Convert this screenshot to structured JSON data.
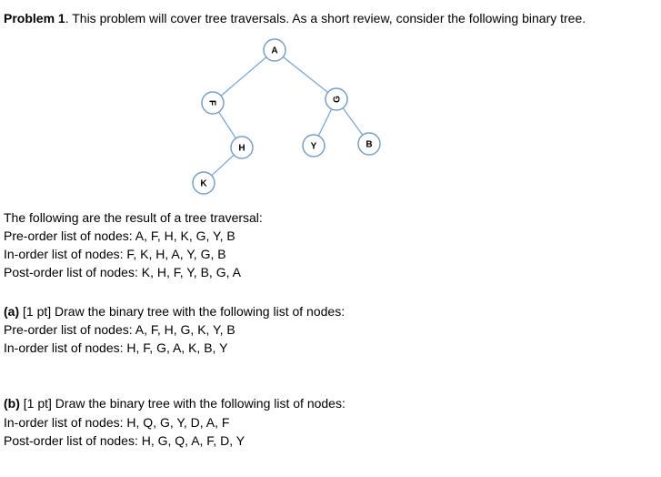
{
  "problem": {
    "label": "Problem 1",
    "intro": ". This problem will cover tree traversals.  As a short review, consider the following binary tree."
  },
  "tree": {
    "nodes": [
      "A",
      "F",
      "G",
      "H",
      "Y",
      "B",
      "K"
    ]
  },
  "traversal": {
    "heading": "The following are the result of a tree traversal:",
    "preorder": "Pre-order list of nodes:  A, F, H, K, G, Y, B",
    "inorder": "In-order list of nodes:  F, K, H, A, Y, G, B",
    "postorder": "Post-order list of nodes:  K, H, F, Y, B, G, A"
  },
  "part_a": {
    "label": "(a)",
    "prompt": " [1 pt] Draw the binary tree with the following list of nodes:",
    "preorder": "Pre-order list of nodes:  A,  F,  H,  G,  K,  Y,  B",
    "inorder": "In-order list of nodes:  H,  F,  G,  A,  K,  B,  Y"
  },
  "part_b": {
    "label": "(b)",
    "prompt": " [1 pt] Draw the binary tree with the following list of nodes:",
    "inorder": "In-order list of nodes:  H, Q, G, Y, D, A, F",
    "postorder": "Post-order list of nodes:  H, G, Q, A, F, D, Y"
  },
  "colors": {
    "edge": "#7da7d9",
    "node_stroke": "#7aa0c8",
    "node_fill": "#ffffff"
  }
}
